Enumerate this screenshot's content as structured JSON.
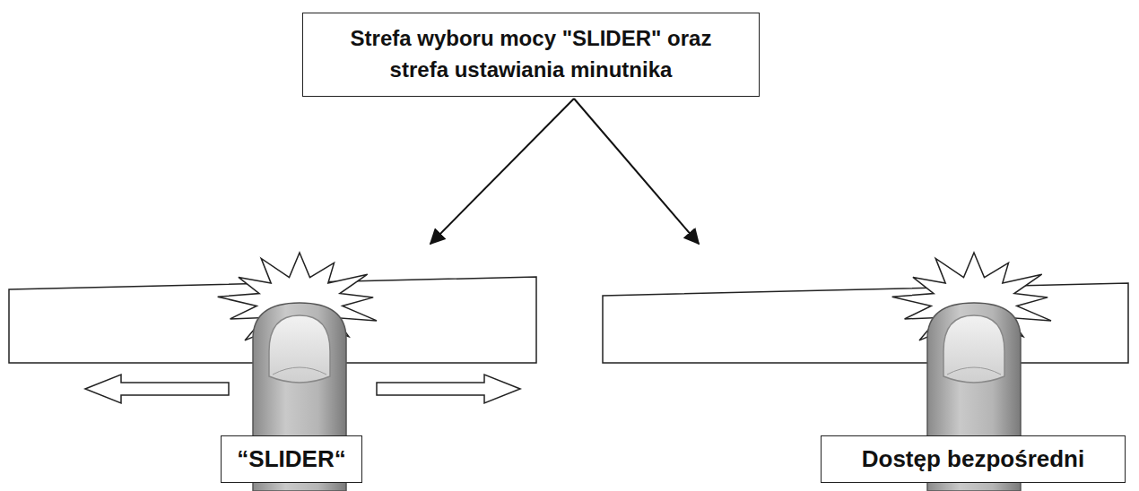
{
  "diagram": {
    "nodes": [
      {
        "text": [
          "Strefa wyboru mocy \"SLIDER\" oraz strefa ustawiania minutnika"
        ]
      },
      {
        "text": [
          "“SLIDER“"
        ]
      },
      {
        "text": [
          "Dostęp bezpośredni"
        ]
      }
    ]
  }
}
